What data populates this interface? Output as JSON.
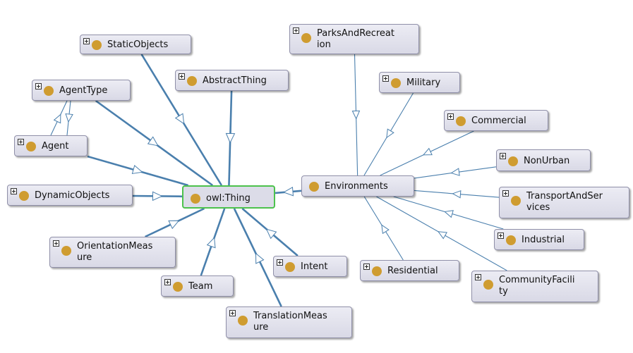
{
  "graph": {
    "root": "owl:Thing",
    "nodes": {
      "staticobjects": {
        "label": "StaticObjects"
      },
      "abstractthing": {
        "label": "AbstractThing"
      },
      "agenttype": {
        "label": "AgentType"
      },
      "agent": {
        "label": "Agent"
      },
      "dynamicobjects": {
        "label": "DynamicObjects"
      },
      "owlthing": {
        "label": "owl:Thing"
      },
      "orientationmeasure": {
        "label": "OrientationMeas\nure"
      },
      "team": {
        "label": "Team"
      },
      "translationmeasure": {
        "label": "TranslationMeas\nure"
      },
      "intent": {
        "label": "Intent"
      },
      "environments": {
        "label": "Environments"
      },
      "parksandrecreation": {
        "label": "ParksAndRecreat\nion"
      },
      "military": {
        "label": "Military"
      },
      "commercial": {
        "label": "Commercial"
      },
      "nonurban": {
        "label": "NonUrban"
      },
      "transportandservices": {
        "label": "TransportAndSer\nvices"
      },
      "industrial": {
        "label": "Industrial"
      },
      "communityfacility": {
        "label": "CommunityFacili\nty"
      },
      "residential": {
        "label": "Residential"
      }
    },
    "edges": [
      {
        "from": "staticobjects",
        "to": "owlthing",
        "style": "thick"
      },
      {
        "from": "abstractthing",
        "to": "owlthing",
        "style": "thick"
      },
      {
        "from": "agenttype",
        "to": "owlthing",
        "style": "thick"
      },
      {
        "from": "agent",
        "to": "owlthing",
        "style": "thick"
      },
      {
        "from": "dynamicobjects",
        "to": "owlthing",
        "style": "thick"
      },
      {
        "from": "orientationmeasure",
        "to": "owlthing",
        "style": "thick"
      },
      {
        "from": "team",
        "to": "owlthing",
        "style": "thick"
      },
      {
        "from": "translationmeasure",
        "to": "owlthing",
        "style": "thick"
      },
      {
        "from": "intent",
        "to": "owlthing",
        "style": "thick"
      },
      {
        "from": "environments",
        "to": "owlthing",
        "style": "thick"
      },
      {
        "from": "agent",
        "to": "agenttype",
        "style": "thin"
      },
      {
        "from": "agenttype",
        "to": "agent",
        "style": "thin"
      },
      {
        "from": "parksandrecreation",
        "to": "environments",
        "style": "thin"
      },
      {
        "from": "military",
        "to": "environments",
        "style": "thin"
      },
      {
        "from": "commercial",
        "to": "environments",
        "style": "thin"
      },
      {
        "from": "nonurban",
        "to": "environments",
        "style": "thin"
      },
      {
        "from": "transportandservices",
        "to": "environments",
        "style": "thin"
      },
      {
        "from": "industrial",
        "to": "environments",
        "style": "thin"
      },
      {
        "from": "communityfacility",
        "to": "environments",
        "style": "thin"
      },
      {
        "from": "residential",
        "to": "environments",
        "style": "thin"
      }
    ]
  },
  "colors": {
    "edge": "#4a7fad",
    "root_border": "#4cc24c",
    "class_icon": "#cf9c30",
    "node_fill": "#e4e4ee",
    "node_border": "#8f8fa8"
  }
}
